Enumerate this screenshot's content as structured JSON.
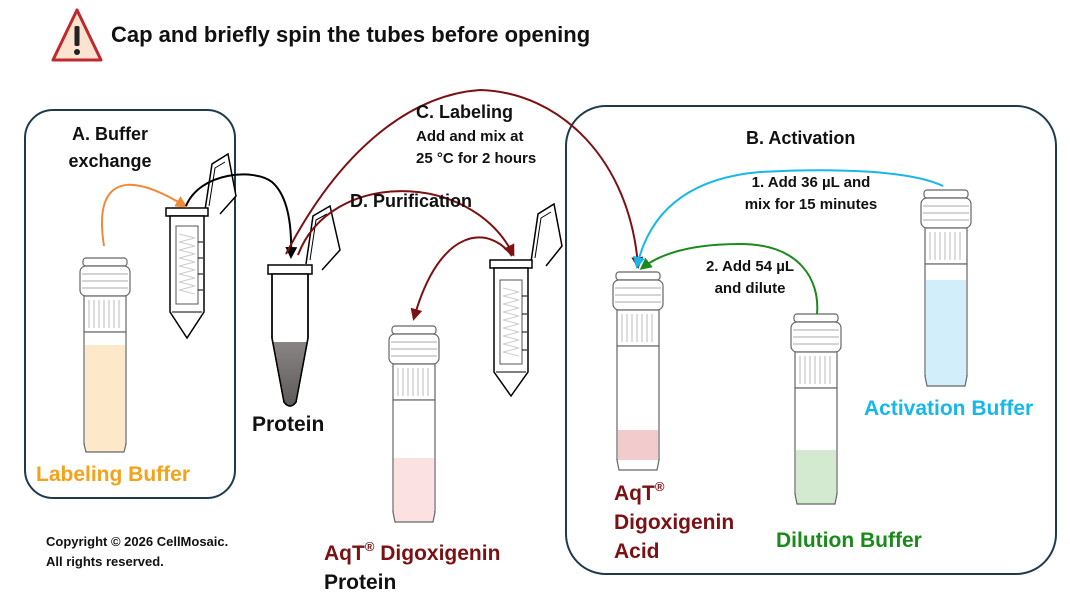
{
  "warning": {
    "icon": "warning-triangle-icon",
    "text": "Cap and briefly spin the tubes before opening"
  },
  "steps": {
    "buffer_exchange": {
      "line1": "A. Buffer",
      "line2": "exchange"
    },
    "labeling": {
      "title": "C. Labeling",
      "line1": "Add and mix at",
      "line2": "25 °C for 2 hours"
    },
    "purification": {
      "title": "D. Purification"
    },
    "activation": {
      "title": "B. Activation",
      "substep1_line1": "1. Add 36 µL and",
      "substep1_line2": "mix for 15 minutes",
      "substep2_line1": "2. Add 54 µL",
      "substep2_line2": "and dilute"
    }
  },
  "tubes": {
    "labeling_buffer": "Labeling Buffer",
    "protein": "Protein",
    "product": {
      "line1_prefix": "AqT",
      "mark": "®",
      "line1_suffix": " Digoxigenin",
      "line2": "Protein"
    },
    "acid": {
      "line1": "AqT",
      "mark": "®",
      "line2": "Digoxigenin",
      "line3": "Acid"
    },
    "dilution_buffer": "Dilution Buffer",
    "activation_buffer": "Activation Buffer"
  },
  "copyright": {
    "line1": "Copyright © 2026 CellMosaic.",
    "line2": "All rights reserved."
  },
  "colors": {
    "labeling_buffer": "#f5a21b",
    "activation_buffer": "#16b7e9",
    "dilution_buffer": "#1a8a1a",
    "product": "#7b1113",
    "warning_fill": "#fbe3cf",
    "warning_stroke": "#c0282d",
    "box_stroke": "#1f3a4d"
  }
}
